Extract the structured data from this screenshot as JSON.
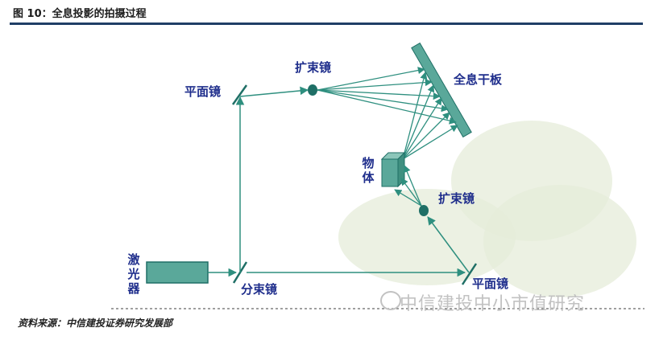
{
  "figure": {
    "title": "图 10：全息投影的拍摄过程",
    "source": "资料来源：中信建投证券研究发展部"
  },
  "labels": {
    "laser": "激光器",
    "beam_splitter": "分束镜",
    "plane_mirror_top": "平面镜",
    "plane_mirror_bottom": "平面镜",
    "beam_expander_top": "扩束镜",
    "beam_expander_right": "扩束镜",
    "holographic_plate": "全息干板",
    "object": "物体"
  },
  "watermark": "中信建投中小市值研究",
  "colors": {
    "rule": "#1f3e66",
    "label": "#1f2e8c",
    "beam": "#2e8f7f",
    "component": "#5aa89a",
    "component_border": "#1f6f66"
  }
}
